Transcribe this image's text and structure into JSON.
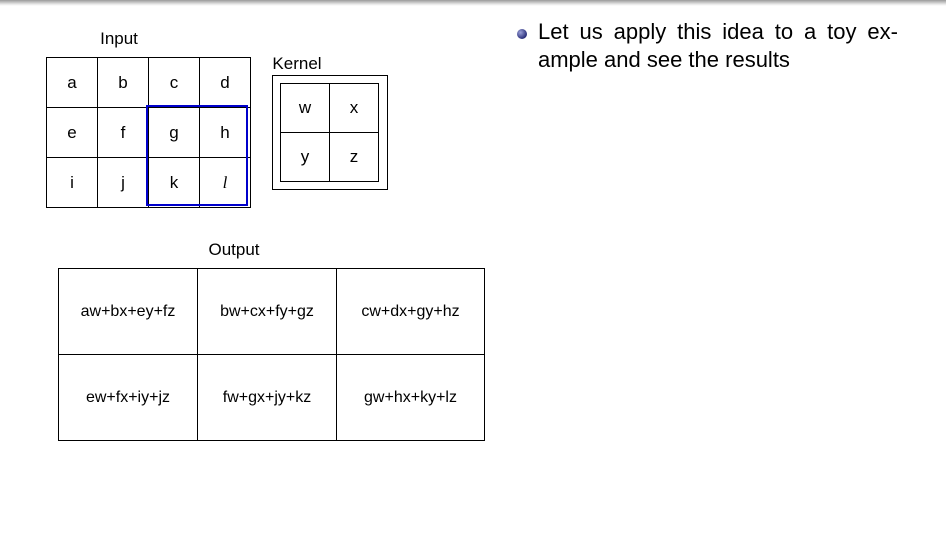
{
  "input": {
    "title": "Input",
    "rows": [
      [
        "a",
        "b",
        "c",
        "d"
      ],
      [
        "e",
        "f",
        "g",
        "h"
      ],
      [
        "i",
        "j",
        "k",
        "l"
      ]
    ]
  },
  "kernel": {
    "title": "Kernel",
    "rows": [
      [
        "w",
        "x"
      ],
      [
        "y",
        "z"
      ]
    ]
  },
  "output": {
    "title": "Output",
    "rows": [
      [
        "aw+bx+ey+fz",
        "bw+cx+fy+gz",
        "cw+dx+gy+hz"
      ],
      [
        "ew+fx+iy+jz",
        "fw+gx+jy+kz",
        "gw+hx+ky+lz"
      ]
    ]
  },
  "bullet": {
    "text": "Let us apply this idea to a toy ex- ample and see the results"
  },
  "colors": {
    "highlight": "#0000cc"
  }
}
